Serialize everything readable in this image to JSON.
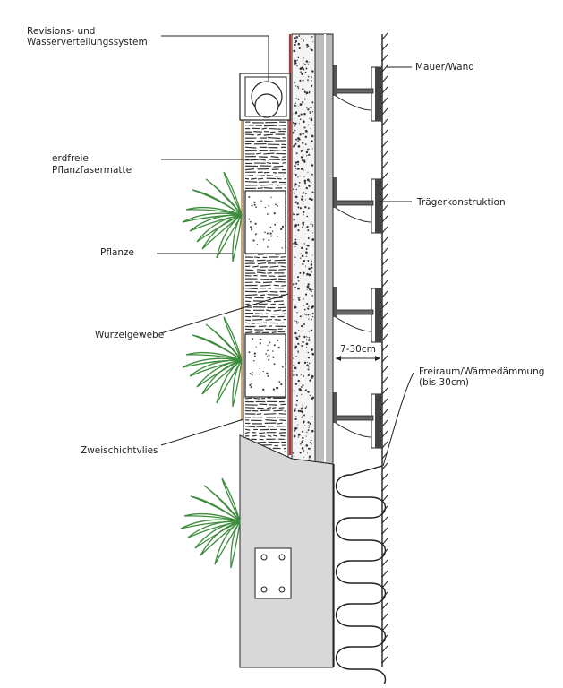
{
  "labels": {
    "revision_line1": "Revisions- und",
    "revision_line2": "Wasserverteilungssystem",
    "erdfrei_line1": "erdfreie",
    "erdfrei_line2": "Pflanzfasermatte",
    "pflanze": "Pflanze",
    "wurzelgewebe": "Wurzelgewebe",
    "zweischicht": "Zweischichtvlies",
    "mauer": "Mauer/Wand",
    "traeger": "Trägerkonstruktion",
    "abstand": "7-30cm",
    "freiraum_line1": "Freiraum/Wärmedämmung",
    "freiraum_line2": "(bis 30cm)"
  },
  "colors": {
    "line": "#222222",
    "mat": "#333333",
    "fabric": "#d08a3c",
    "root_barrier": "#cc2a2a",
    "panel_gray": "#d8d8d8",
    "plant": "#3d8c3d",
    "concrete": "#f2f2f2"
  }
}
